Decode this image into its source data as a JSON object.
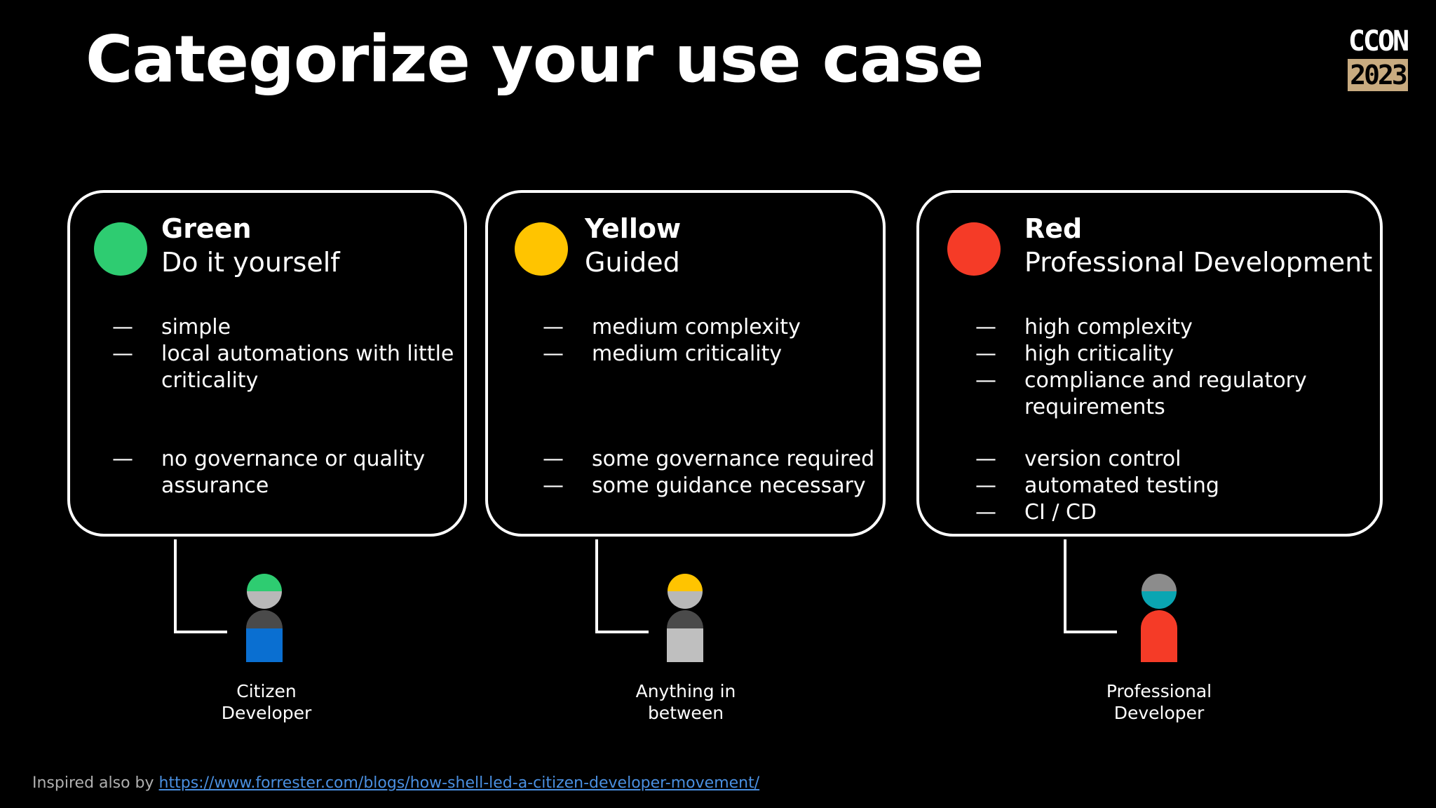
{
  "title": "Categorize your use case",
  "logo": {
    "top": "CCON",
    "bottom": "2023"
  },
  "cards": [
    {
      "name": "Green",
      "subtitle": "Do it yourself",
      "color": "#2ecc71",
      "items": [
        "simple",
        "local automations with little",
        "criticality",
        "no governance or quality",
        "assurance"
      ],
      "role": [
        "Citizen",
        "Developer"
      ]
    },
    {
      "name": "Yellow",
      "subtitle": "Guided",
      "color": "#ffc400",
      "items": [
        "medium complexity",
        "medium criticality",
        "some governance required",
        "some guidance necessary"
      ],
      "role": [
        "Anything in",
        "between"
      ]
    },
    {
      "name": "Red",
      "subtitle": "Professional Development",
      "color": "#f53b27",
      "items": [
        "high complexity",
        "high criticality",
        "compliance and regulatory",
        "requirements",
        "version control",
        "automated testing",
        "CI / CD"
      ],
      "role": [
        "Professional",
        "Developer"
      ]
    }
  ],
  "dash": "—",
  "footer": {
    "prefix": "Inspired also by",
    "link": "https://www.forrester.com/blogs/how-shell-led-a-citizen-developer-movement/"
  }
}
